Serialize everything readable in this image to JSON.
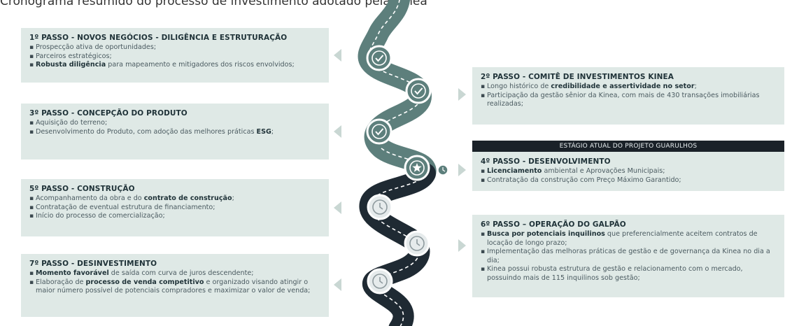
{
  "header": {
    "text": "Cronograma resumido do processo de investimento adotado pela Kinea"
  },
  "stage_banner": "ESTÁGIO ATUAL DO PROJETO GUARULHOS",
  "colors": {
    "box_bg": "#dfe9e6",
    "road_done": "#5d7f7c",
    "road_pending": "#1f2a33",
    "lane": "#ffffff",
    "arrow": "#c9d7d3",
    "banner": "#1a2128"
  },
  "steps": [
    {
      "title": "1º PASSO - NOVOS NEGÓCIOS - DILIGÊNCIA E ESTRUTURAÇÃO",
      "status": "done",
      "icon": "check-icon",
      "bullets": [
        {
          "bold": "",
          "text": "Prospecção ativa de oportunidades;",
          "bold2": "",
          "text2": ""
        },
        {
          "bold": "",
          "text": "Parceiros estratégicos;",
          "bold2": "",
          "text2": ""
        },
        {
          "bold": "Robusta diligência",
          "text": " para mapeamento e mitigadores dos riscos envolvidos;",
          "bold2": "",
          "text2": ""
        }
      ]
    },
    {
      "title": "2º PASSO - COMITÊ DE INVESTIMENTOS KINEA",
      "status": "done",
      "icon": "check-icon",
      "bullets": [
        {
          "bold": "",
          "text": "Longo histórico de ",
          "bold2": "credibilidade e assertividade no setor",
          "text2": ";"
        },
        {
          "bold": "",
          "text": "Participação da gestão sênior da Kinea, com mais de 430 transações imobiliárias realizadas;",
          "bold2": "",
          "text2": ""
        }
      ]
    },
    {
      "title": "3º PASSO - CONCEPÇÃO DO PRODUTO",
      "status": "done",
      "icon": "check-icon",
      "bullets": [
        {
          "bold": "",
          "text": "Aquisição do terreno;",
          "bold2": "",
          "text2": ""
        },
        {
          "bold": "",
          "text": "Desenvolvimento do Produto, com adoção das melhores práticas ",
          "bold2": "ESG",
          "text2": ";"
        }
      ]
    },
    {
      "title": "4º PASSO - DESENVOLVIMENTO",
      "status": "current",
      "icon": "star-icon",
      "bullets": [
        {
          "bold": "Licenciamento",
          "text": " ambiental e Aprovações Municipais;",
          "bold2": "",
          "text2": ""
        },
        {
          "bold": "",
          "text": "Contratação da construção com Preço Máximo Garantido;",
          "bold2": "",
          "text2": ""
        }
      ]
    },
    {
      "title": "5º PASSO - CONSTRUÇÃO",
      "status": "pending",
      "icon": "clock-icon",
      "bullets": [
        {
          "bold": "",
          "text": "Acompanhamento da obra e do ",
          "bold2": "contrato de construção",
          "text2": ";"
        },
        {
          "bold": "",
          "text": "Contratação de eventual estrutura de financiamento;",
          "bold2": "",
          "text2": ""
        },
        {
          "bold": "",
          "text": "Início do processo de comercialização;",
          "bold2": "",
          "text2": ""
        }
      ]
    },
    {
      "title": "6º PASSO – OPERAÇÃO DO GALPÃO",
      "status": "pending",
      "icon": "clock-icon",
      "bullets": [
        {
          "bold": "Busca por potenciais inquilinos",
          "text": " que preferencialmente aceitem contratos de locação de longo prazo;",
          "bold2": "",
          "text2": ""
        },
        {
          "bold": "",
          "text": "Implementação das melhoras práticas de gestão e de governança da Kinea no dia a dia;",
          "bold2": "",
          "text2": ""
        },
        {
          "bold": "",
          "text": "Kinea possui robusta estrutura de gestão e relacionamento com o mercado, possuindo  mais de 115 inquilinos sob gestão;",
          "bold2": "",
          "text2": ""
        }
      ]
    },
    {
      "title": "7º PASSO - DESINVESTIMENTO",
      "status": "pending",
      "icon": "clock-icon",
      "bullets": [
        {
          "bold": "Momento favorável",
          "text": " de saída com curva de juros descendente;",
          "bold2": "",
          "text2": ""
        },
        {
          "bold": "",
          "text": "Elaboração de ",
          "bold2": "processo de venda competitivo",
          "text2": " e organizado visando atingir o maior número possível de potenciais compradores e maximizar o valor de venda;"
        }
      ]
    }
  ]
}
